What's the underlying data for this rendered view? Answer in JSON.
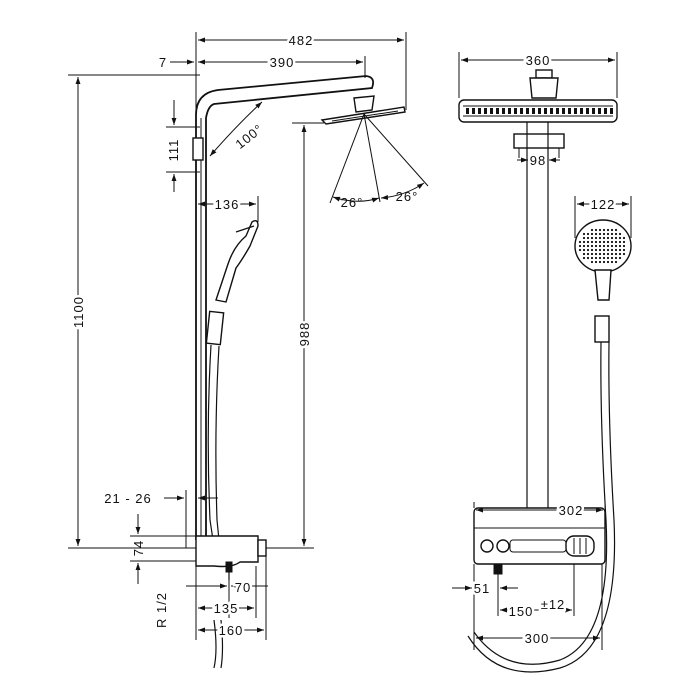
{
  "diagram": {
    "dimensions": {
      "side_width_total": "482",
      "side_wall_offset": "7",
      "side_arm_reach": "390",
      "side_arm_height": "111",
      "side_arm_angle": "100°",
      "side_spray_left": "26°",
      "side_spray_right": "26°",
      "side_hand_offset": "136",
      "side_total_height": "1100",
      "side_head_height": "988",
      "side_wall_gap": "21 - 26",
      "side_valve_height": "74",
      "side_connection": "R 1/2",
      "side_depth_70": "70",
      "side_depth_135": "135",
      "side_depth_160": "160",
      "front_head_width": "360",
      "front_pipe_width": "98",
      "front_hand_width": "122",
      "front_valve_width": "302",
      "front_inlet_offset": "51",
      "front_inlet_spacing": "150",
      "front_inlet_tolerance": "±12",
      "front_base_width": "300"
    }
  }
}
